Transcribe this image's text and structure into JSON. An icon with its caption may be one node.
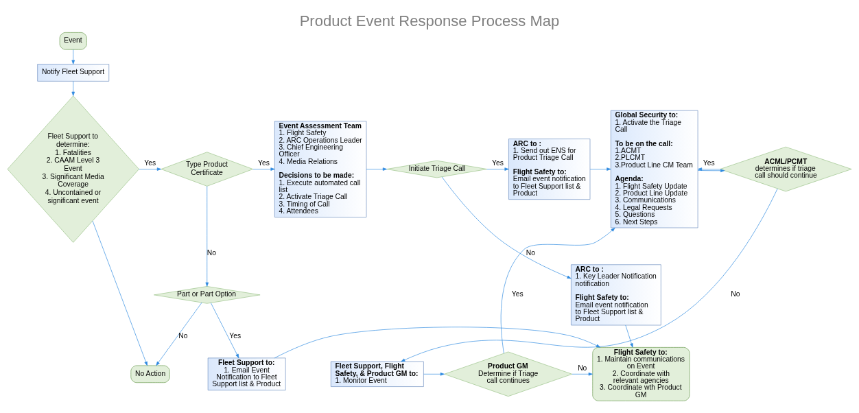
{
  "diagram": {
    "title": "Product Event Response Process Map",
    "nodes": [
      {
        "text": [
          "Event"
        ]
      },
      {
        "text": [
          "Notify Fleet Support"
        ]
      },
      {
        "text": [
          "Fleet Support to determine:",
          "1. Fatalities",
          "2. CAAM Level 3 Event",
          "3. Significant Media Coverage",
          "4. Uncontained or significant event"
        ]
      },
      {
        "text": [
          "Type Product Certificate"
        ]
      },
      {
        "text": [
          "Event Assessment Team",
          "1. Flight Safety",
          "2. ARC Operations Leader",
          "3. Chief Engineering Officer",
          "4. Media Relations",
          "Decisions to be made:",
          "1. Execute automated call list",
          "2. Activate Triage Call",
          "3. Timing of Call",
          "4. Attendees"
        ]
      },
      {
        "text": [
          "Initiate Triage Call"
        ]
      },
      {
        "text": [
          "ARC to :",
          "1. Send out ENS for Product Triage Call",
          "Flight Safety to:",
          "Email event notification to Fleet Support list & Product"
        ]
      },
      {
        "text": [
          "Global Security to:",
          "1. Activate the Triage Call",
          "To be on the call:",
          "1.ACMT",
          "2.PLCMT",
          "3.Product Line CM Team",
          "Agenda:",
          "1. Flight Safety Update",
          "2. Product Line Update",
          "3. Communications",
          "4. Legal Requests",
          "5. Questions",
          "6. Next Steps"
        ]
      },
      {
        "text": [
          "ACML/PCMT",
          "determines if triage call should continue"
        ]
      },
      {
        "text": [
          "Part or Part Option"
        ]
      },
      {
        "text": [
          "ARC to :",
          "1. Key Leader Notification notification",
          "Flight Safety to:",
          "Email event notification to Fleet Support list & Product"
        ]
      },
      {
        "text": [
          "No Action"
        ]
      },
      {
        "text": [
          "Fleet Support to:",
          "1. Email Event Notification to Fleet Support list & Product"
        ]
      },
      {
        "text": [
          "Flight Safety to:",
          "1. Maintain communications on Event",
          "2. Coordinate with relevant agencies",
          "3. Coordinate wth Product GM"
        ]
      },
      {
        "text": [
          "Product GM",
          "Determine if Triage call continues"
        ]
      },
      {
        "text": [
          "Fleet Support, Flight Safety, & Product GM to:",
          "1. Monitor Event"
        ]
      }
    ],
    "edges": [
      {
        "from": 0,
        "to": 1,
        "arrow": "to"
      },
      {
        "from": 1,
        "to": 2,
        "arrow": "to"
      },
      {
        "from": 2,
        "to": 3,
        "arrow": "to",
        "label": "Yes"
      },
      {
        "from": 2,
        "to": 11,
        "arrow": "to"
      },
      {
        "from": 3,
        "to": 4,
        "arrow": "to",
        "label": "Yes"
      },
      {
        "from": 3,
        "to": 9,
        "arrow": "to",
        "label": "No"
      },
      {
        "from": 4,
        "to": 5,
        "arrow": "to"
      },
      {
        "from": 5,
        "to": 6,
        "arrow": "to",
        "label": "Yes"
      },
      {
        "from": 5,
        "to": 10,
        "arrow": "to",
        "label": "No"
      },
      {
        "from": 6,
        "to": 7,
        "arrow": "to"
      },
      {
        "from": 7,
        "to": 8,
        "arrow": "to"
      },
      {
        "from": 8,
        "to": 7,
        "arrow": "to",
        "label": "Yes"
      },
      {
        "from": 8,
        "to": 15,
        "arrow": "to",
        "label": "No"
      },
      {
        "from": 9,
        "to": 11,
        "arrow": "to",
        "label": "No"
      },
      {
        "from": 9,
        "to": 12,
        "arrow": "to",
        "label": "Yes"
      },
      {
        "from": 10,
        "to": 13,
        "arrow": "to"
      },
      {
        "from": 12,
        "to": 13,
        "arrow": "to"
      },
      {
        "from": 15,
        "to": 14,
        "arrow": "to"
      },
      {
        "from": 14,
        "to": 7,
        "arrow": "to",
        "label": "Yes"
      },
      {
        "from": 14,
        "to": 13,
        "arrow": "to",
        "label": "No"
      }
    ]
  }
}
